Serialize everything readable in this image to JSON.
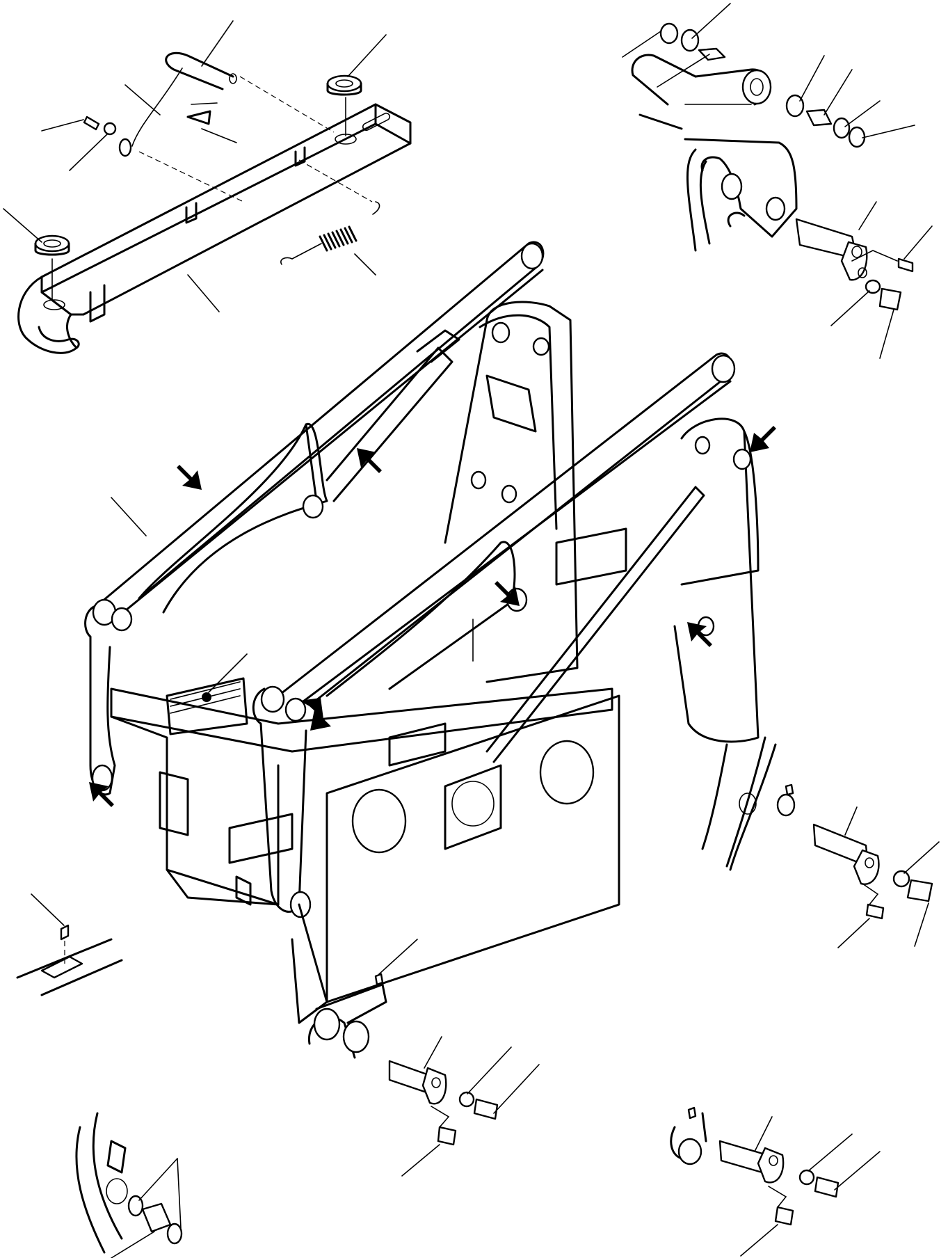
{
  "diagram": {
    "type": "exploded parts illustration",
    "views": [
      "lift-arm-support-bar-detail",
      "upper-pivot-bushing-detail",
      "upper-pivot-pin-detail",
      "main-lift-arm-assembly",
      "right-lower-pin-detail",
      "grease-fitting-detail",
      "link-pin-detail",
      "lower-bushing-detail",
      "bottom-right-pin-detail"
    ],
    "pointer_arrow_count": 8,
    "leader_line_count": 40
  }
}
